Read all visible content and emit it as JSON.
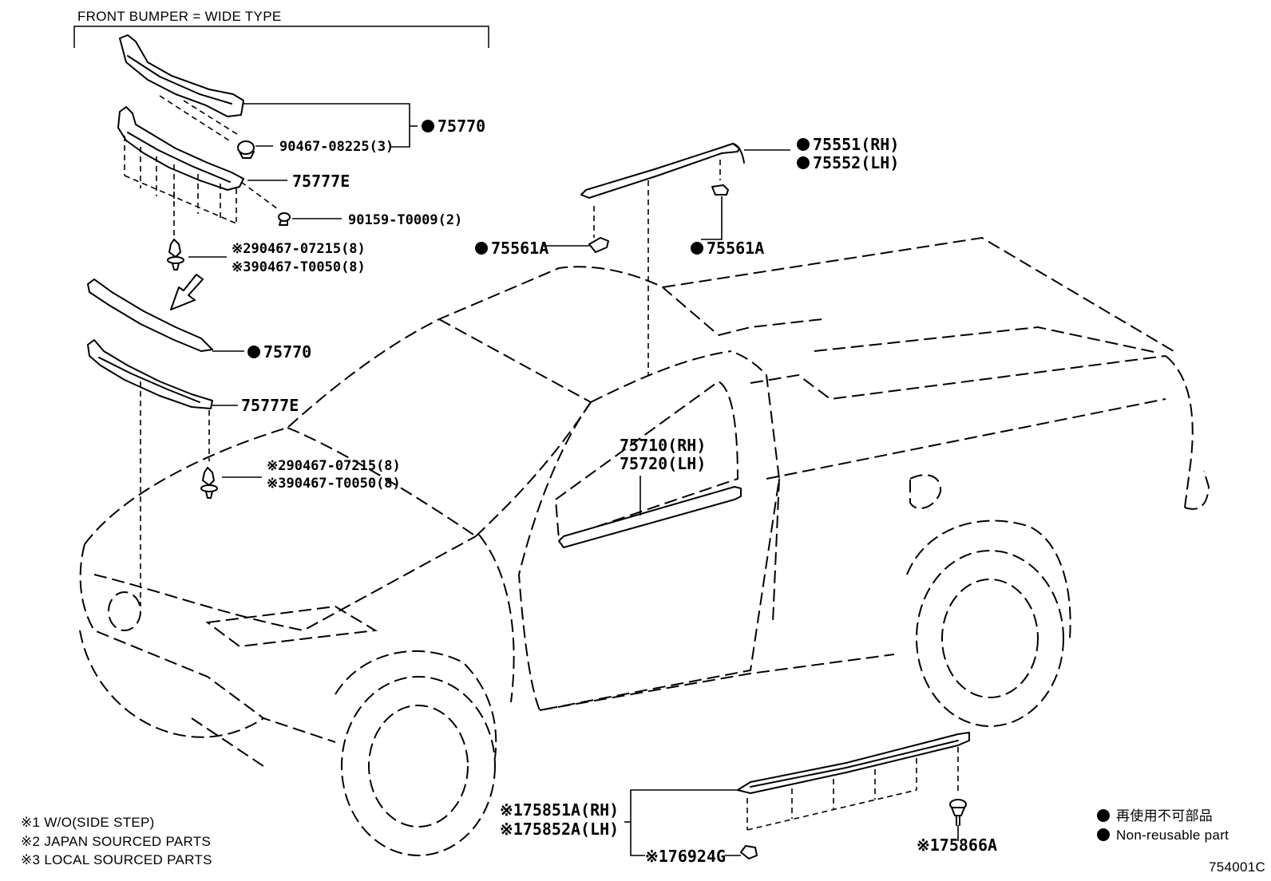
{
  "header": {
    "title": "FRONT BUMPER = WIDE TYPE"
  },
  "callouts": {
    "p75770_top": "75770",
    "p90467_08225": "90467-08225(3)",
    "p75777E_top": "75777E",
    "p90159": "90159-T0009(2)",
    "clip_a_top": "※290467-07215(8)",
    "clip_b_top": "※390467-T0050(8)",
    "p75770_mid": "75770",
    "p75777E_mid": "75777E",
    "clip_a_mid": "※290467-07215(8)",
    "clip_b_mid": "※390467-T0050(8)",
    "p75551": "75551(RH)",
    "p75552": "75552(LH)",
    "p75561A_left": "75561A",
    "p75561A_right": "75561A",
    "p75710": "75710(RH)",
    "p75720": "75720(LH)",
    "p75851A": "※175851A(RH)",
    "p75852A": "※175852A(LH)",
    "p76924G": "※176924G",
    "p75866A": "※175866A"
  },
  "notes": {
    "n1": "※1 W/O(SIDE STEP)",
    "n2": "※2 JAPAN SOURCED PARTS",
    "n3": "※3 LOCAL SOURCED PARTS"
  },
  "legend": {
    "jp": "再使用不可部品",
    "en": "Non-reusable part"
  },
  "figure_code": "754001C"
}
